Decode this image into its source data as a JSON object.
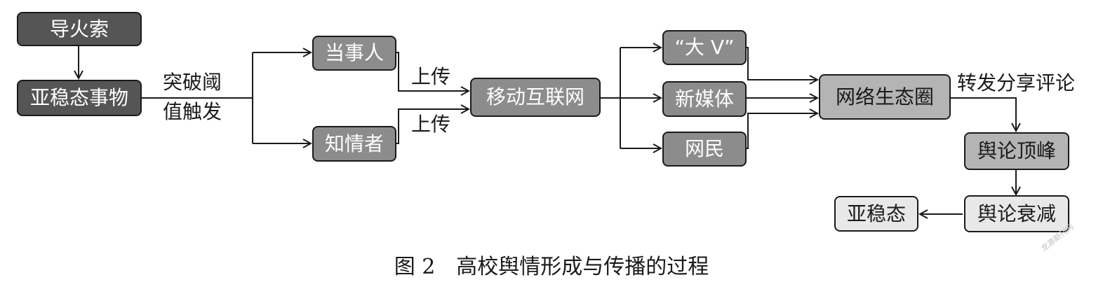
{
  "diagram": {
    "nodes": {
      "trigger": "导火索",
      "metastable_item": "亚稳态事物",
      "party": "当事人",
      "insider": "知情者",
      "mobile_internet": "移动互联网",
      "big_v": "“大 V”",
      "new_media": "新媒体",
      "netizens": "网民",
      "network_ecosystem": "网络生态圈",
      "opinion_peak": "舆论顶峰",
      "opinion_decline": "舆论衰减",
      "metastable": "亚稳态"
    },
    "edge_labels": {
      "threshold_line1": "突破阈",
      "threshold_line2": "值触发",
      "upload_top": "上传",
      "upload_bottom": "上传",
      "share": "转发分享评论"
    },
    "caption": "图 2　高校舆情形成与传播的过程",
    "watermark": "龙源期刊网"
  }
}
